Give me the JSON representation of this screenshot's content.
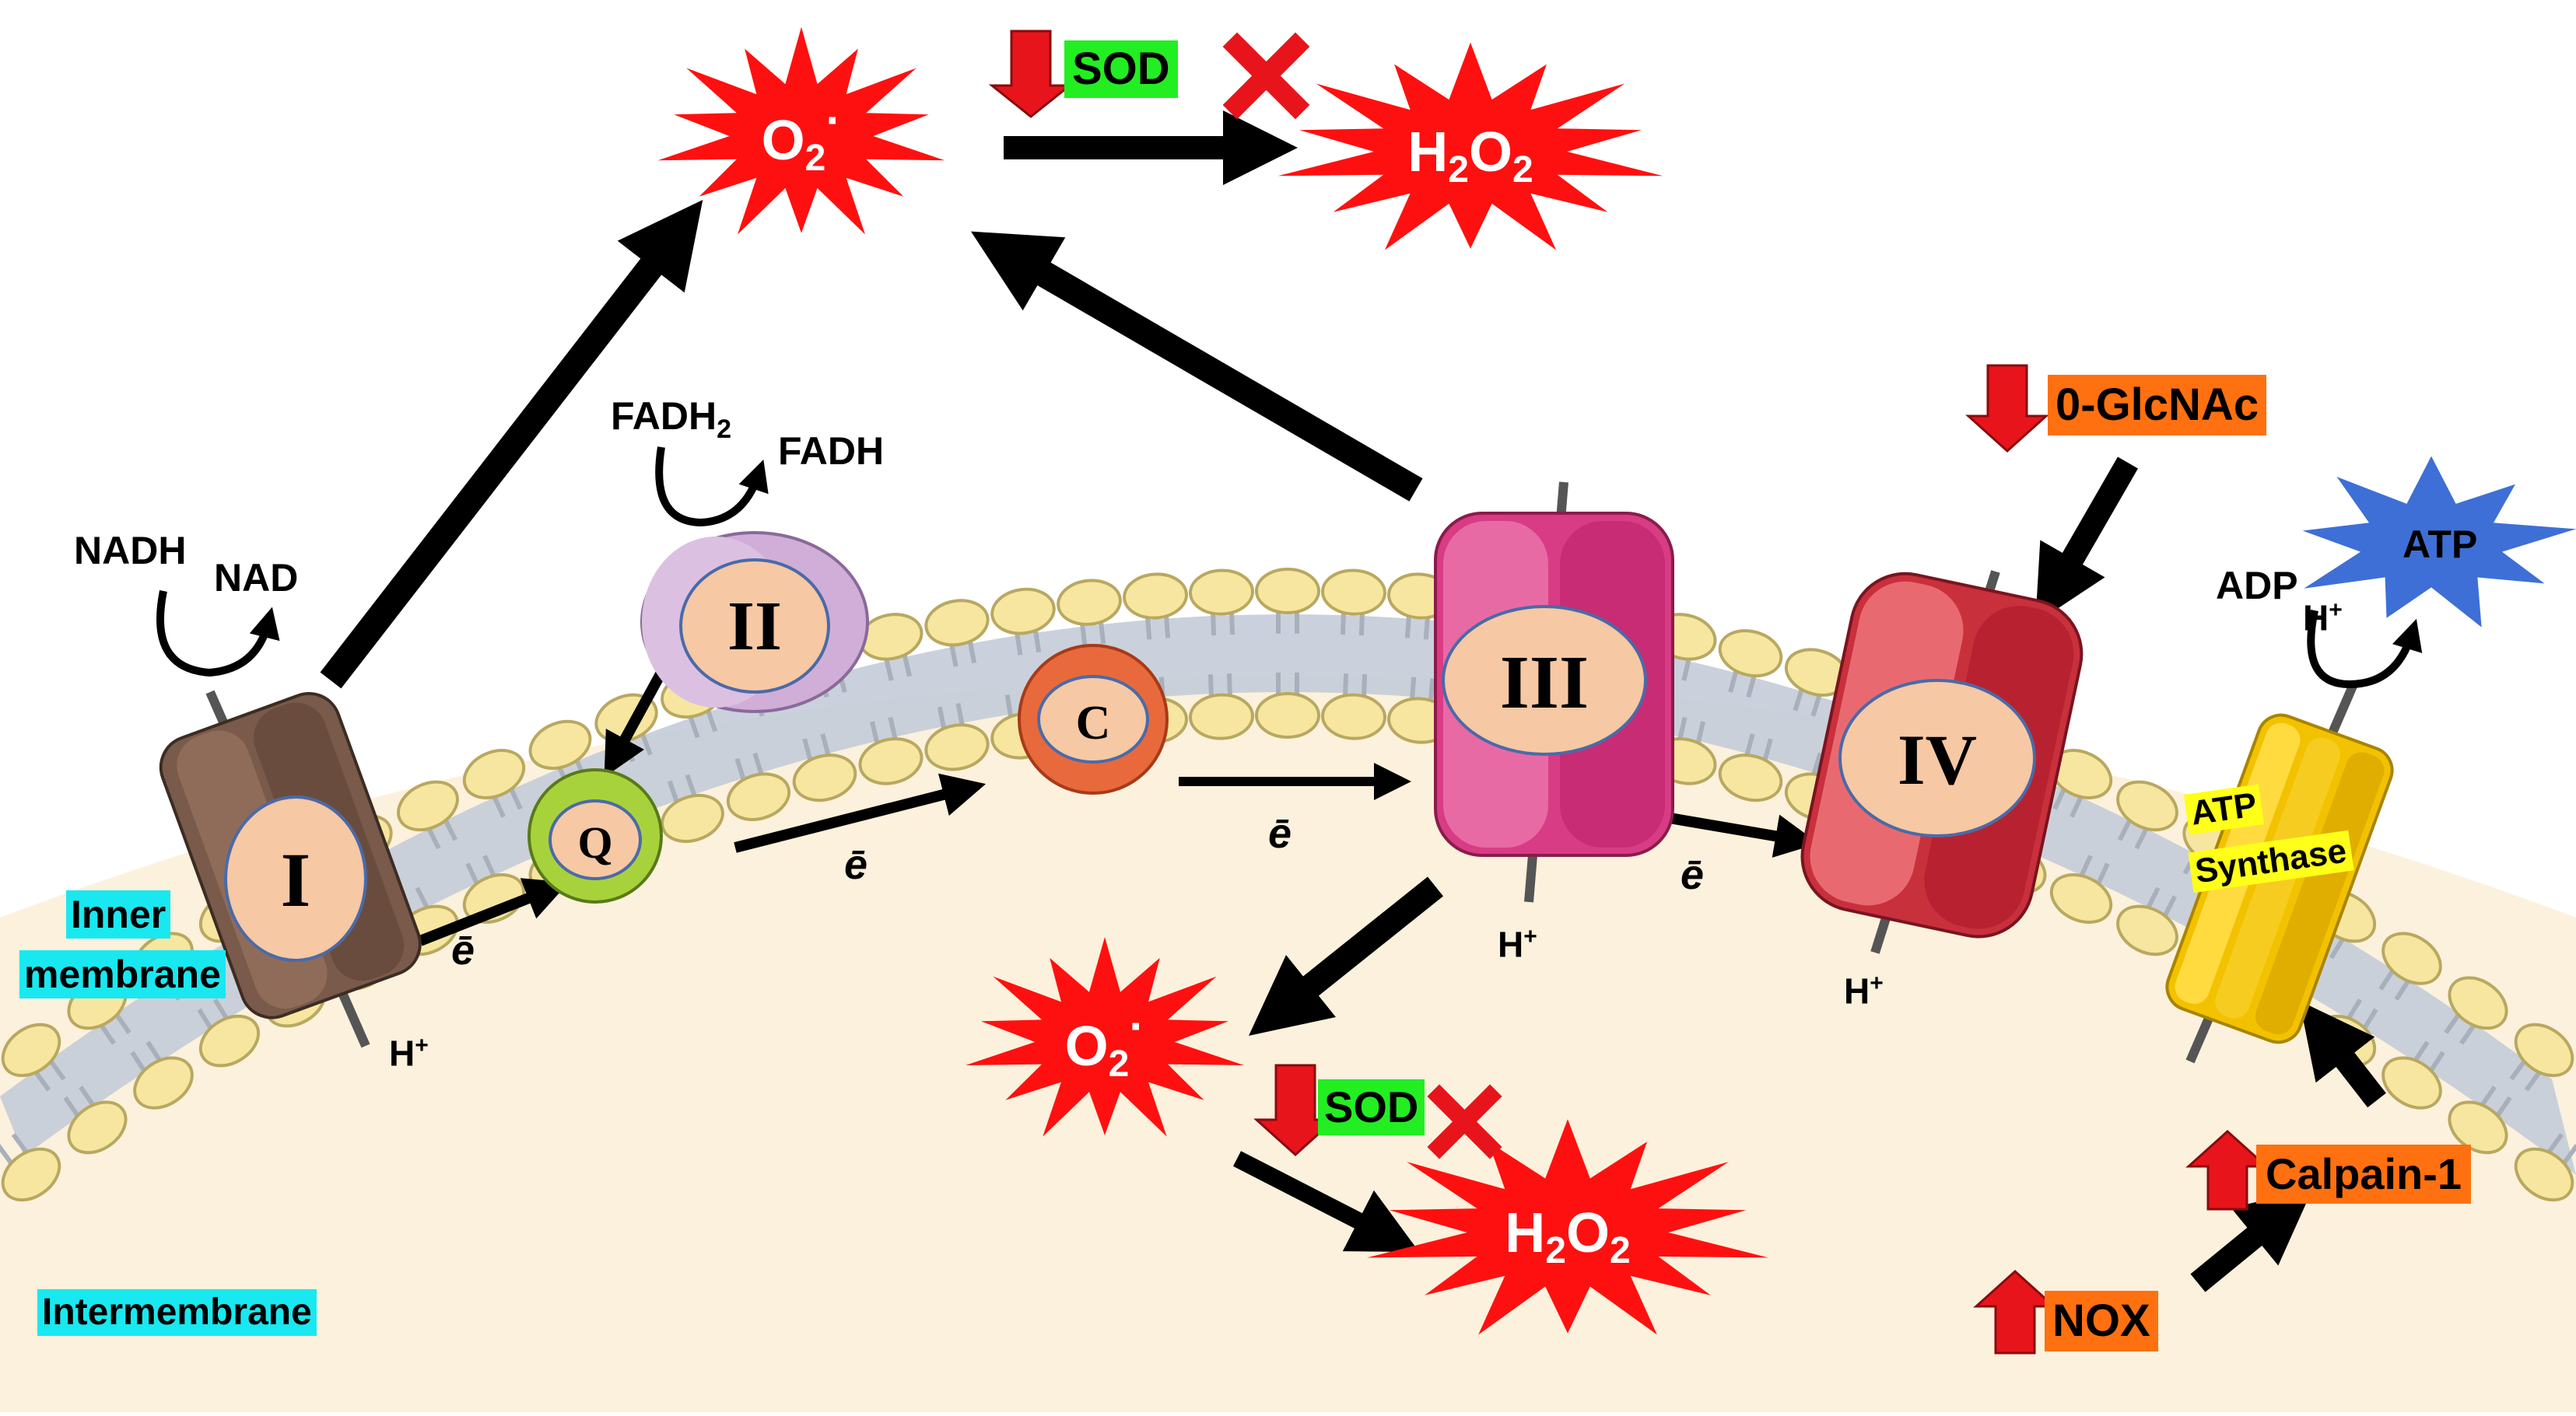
{
  "colors": {
    "background": "#ffffff",
    "intermembrane_fill": "#fbf1dc",
    "lipid_head": "#f6e6a0",
    "lipid_tail": "#c4ccd8",
    "burst_red": "#ff1010",
    "down_arrow_red": "#e8141b",
    "up_arrow_red": "#e8141b",
    "sod_green": "#22ee22",
    "orange_box": "#ff7010",
    "cyan_box": "#19e8f0",
    "yellow_box": "#ffff19",
    "atp_blue": "#3e6fd6",
    "complex_I": "#7a5a4a",
    "complex_II": "#d0aed8",
    "complex_III": "#d83c84",
    "complex_IV": "#c8303c",
    "atp_synthase": "#f2c200",
    "cyt_c": "#e86a3c",
    "ubiquinone": "#a8d23c",
    "oval_fill": "#f6c8a4",
    "oval_stroke": "#4a6aa8"
  },
  "species": {
    "superoxide_top": "O2·",
    "superoxide_bottom": "O2·",
    "h2o2_top": "H2O2",
    "h2o2_bottom": "H2O2",
    "atp": "ATP"
  },
  "regulators": {
    "sod_top": "SOD",
    "sod_bottom": "SOD",
    "oglcnac": "0-GlcNAc",
    "calpain": "Calpain-1",
    "nox": "NOX"
  },
  "complexes": {
    "I": "I",
    "II": "II",
    "Q": "Q",
    "C": "C",
    "III": "III",
    "IV": "IV",
    "atp_synthase_line1": "ATP",
    "atp_synthase_line2": "Synthase"
  },
  "metabolites": {
    "nadh": "NADH",
    "nad": "NAD",
    "fadh2": "FADH",
    "fadh2_sub": "2",
    "fadh": "FADH",
    "adp": "ADP"
  },
  "labels": {
    "electron": "ē",
    "proton": "H",
    "proton_sup": "+",
    "inner_membrane_line1": "Inner",
    "inner_membrane_line2": "membrane",
    "intermembrane": "Intermembrane"
  },
  "icons": {
    "burst": "starburst-icon",
    "down_arrow": "red-down-arrow-icon",
    "up_arrow": "red-up-arrow-icon",
    "cross": "red-x-icon",
    "atp_star": "blue-star-icon",
    "curved_arrow": "curved-arrow-icon"
  }
}
